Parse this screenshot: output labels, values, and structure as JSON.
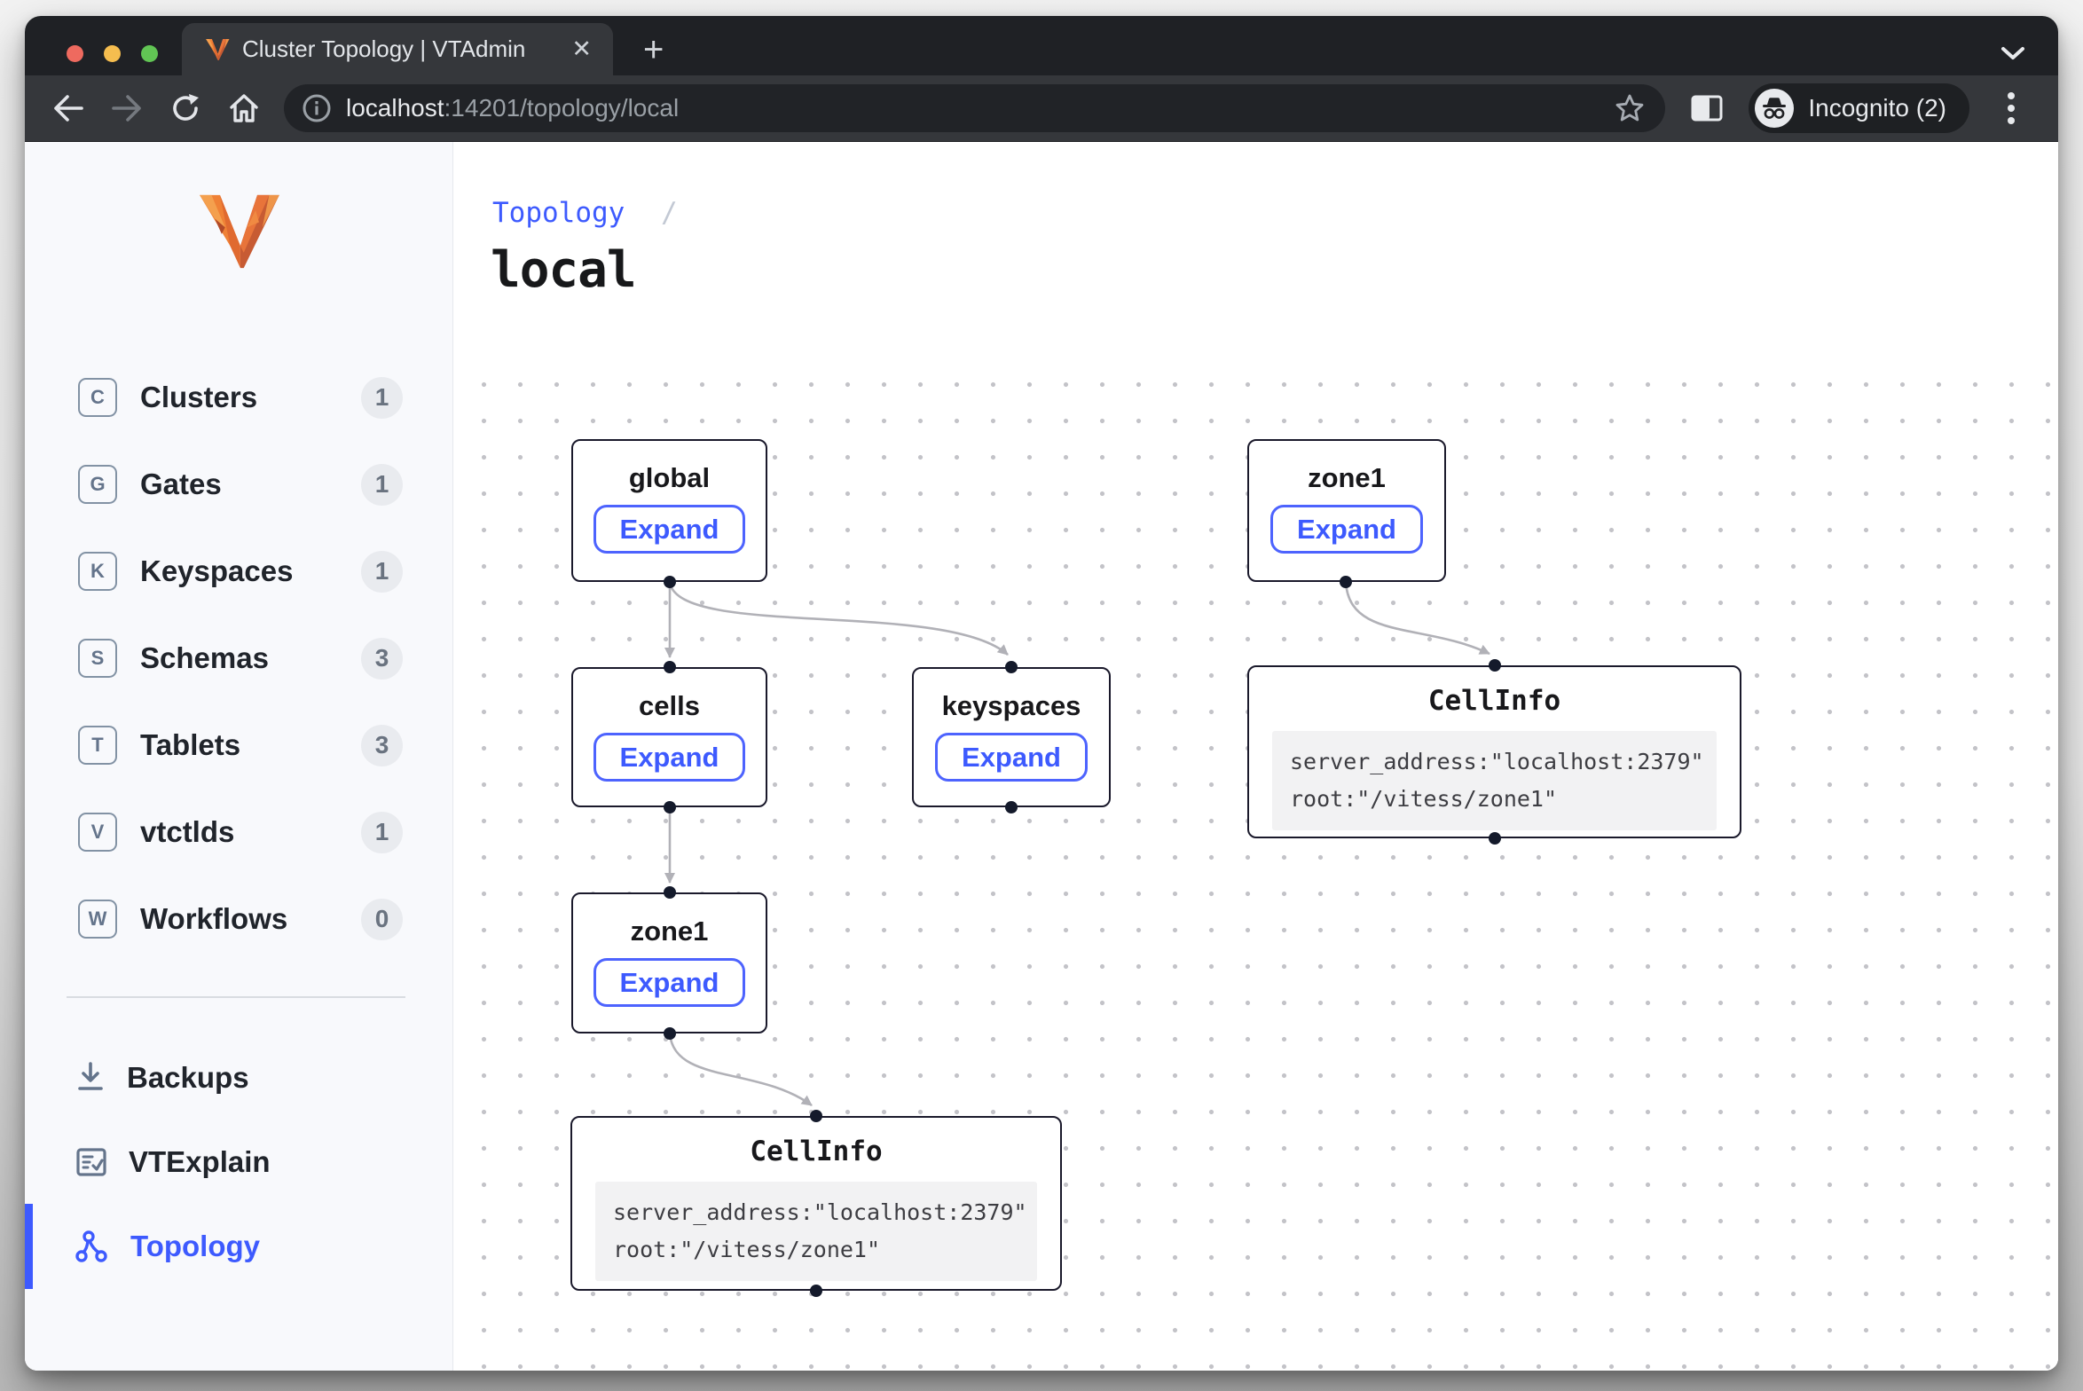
{
  "browser": {
    "tab": {
      "title": "Cluster Topology | VTAdmin",
      "close": "✕",
      "new_tab": "+"
    },
    "url": {
      "host": "localhost",
      "rest": ":14201/topology/local"
    },
    "incognito_label": "Incognito (2)"
  },
  "sidebar": {
    "items": [
      {
        "letter": "C",
        "label": "Clusters",
        "count": "1"
      },
      {
        "letter": "G",
        "label": "Gates",
        "count": "1"
      },
      {
        "letter": "K",
        "label": "Keyspaces",
        "count": "1"
      },
      {
        "letter": "S",
        "label": "Schemas",
        "count": "3"
      },
      {
        "letter": "T",
        "label": "Tablets",
        "count": "3"
      },
      {
        "letter": "V",
        "label": "vtctlds",
        "count": "1"
      },
      {
        "letter": "W",
        "label": "Workflows",
        "count": "0"
      }
    ],
    "tools": [
      {
        "label": "Backups"
      },
      {
        "label": "VTExplain"
      },
      {
        "label": "Topology"
      }
    ]
  },
  "main": {
    "breadcrumb": {
      "section": "Topology",
      "separator": "/"
    },
    "title": "local",
    "graph": {
      "nodes": [
        {
          "id": "global",
          "title": "global",
          "button": "Expand"
        },
        {
          "id": "zone1-top",
          "title": "zone1",
          "button": "Expand"
        },
        {
          "id": "cells",
          "title": "cells",
          "button": "Expand"
        },
        {
          "id": "keyspaces",
          "title": "keyspaces",
          "button": "Expand"
        },
        {
          "id": "cellinfo-right",
          "title": "CellInfo",
          "lines": [
            "server_address:\"localhost:2379\"",
            "root:\"/vitess/zone1\""
          ]
        },
        {
          "id": "zone1-lower",
          "title": "zone1",
          "button": "Expand"
        },
        {
          "id": "cellinfo-bottom",
          "title": "CellInfo",
          "lines": [
            "server_address:\"localhost:2379\"",
            "root:\"/vitess/zone1\""
          ]
        }
      ]
    }
  },
  "colors": {
    "accent": "#3d5afe",
    "node_border": "#1a192b",
    "edge": "#b1b1b7"
  }
}
